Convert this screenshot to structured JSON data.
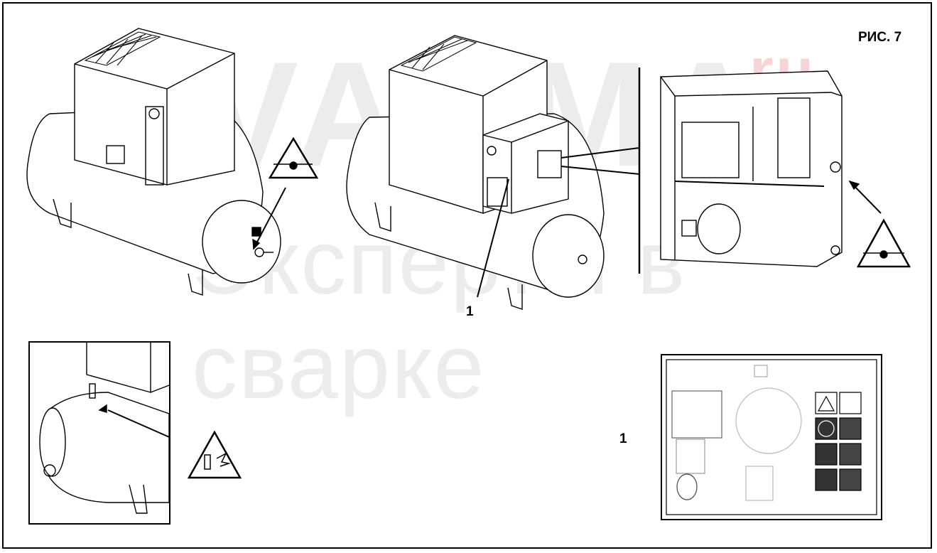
{
  "figure": {
    "label": "РИС. 7"
  },
  "callouts": {
    "left": "1",
    "right": "1"
  },
  "watermark": {
    "brand": "SVARMA",
    "tld": "ru",
    "tagline": "Эксперты в сварке"
  },
  "colors": {
    "line": "#000000",
    "watermark_red": "#f0a0a0",
    "watermark_grey": "#c8c8c8"
  }
}
